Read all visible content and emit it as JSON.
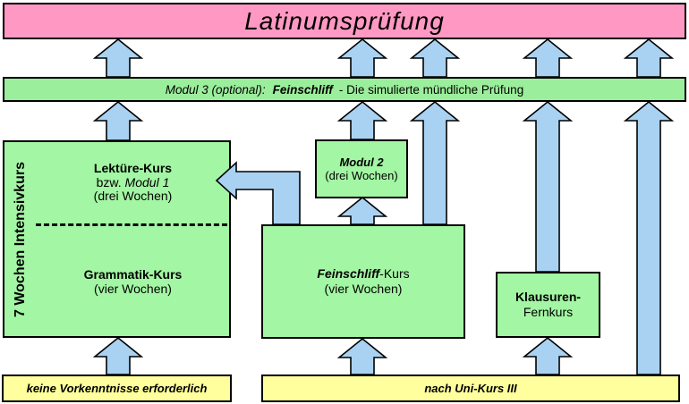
{
  "title": "Latinumsprüfung",
  "modul3_bar": {
    "part1_italic": "Modul 3 (optional):",
    "part2_bold_italic": "Feinschliff",
    "part3_regular": "- Die simulierte mündliche Prüfung"
  },
  "intensivkurs": {
    "side_label": "7 Wochen Intensivkurs",
    "lektuere": {
      "title": "Lektüre-Kurs",
      "alt_prefix": "bzw.",
      "alt_name": "Modul 1",
      "duration": "(drei Wochen)"
    },
    "grammatik": {
      "title": "Grammatik-Kurs",
      "duration": "(vier Wochen)"
    }
  },
  "modul2": {
    "title": "Modul 2",
    "duration": "(drei Wochen)"
  },
  "feinschliff": {
    "title_bold_italic": "Feinschliff",
    "title_rest": "-Kurs",
    "duration": "(vier Wochen)"
  },
  "klausuren": {
    "line1": "Klausuren-",
    "line2": "Fernkurs"
  },
  "entry_left": "keine Vorkenntnisse erforderlich",
  "entry_right": "nach Uni-Kurs III",
  "colors": {
    "pink": "#ff99c4",
    "box_green": "#a3f6a3",
    "bar_green": "#9bee9b",
    "yellow": "#ffff9d",
    "arrow_blue": "#a9d2f2"
  },
  "arrows": [
    {
      "id": "arrow-lektuere-to-modul3",
      "from": "Lektüre-Kurs",
      "to": "Modul 3"
    },
    {
      "id": "arrow-modul2-to-modul3",
      "from": "Modul 2",
      "to": "Modul 3"
    },
    {
      "id": "arrow-feinschliff-to-modul3",
      "from": "Feinschliff-Kurs",
      "to": "Modul 3"
    },
    {
      "id": "arrow-klausuren-to-modul3",
      "from": "Klausuren-Fernkurs",
      "to": "Modul 3"
    },
    {
      "id": "arrow-unikurs-to-modul3",
      "from": "nach Uni-Kurs III",
      "to": "Modul 3"
    },
    {
      "id": "arrow-modul3-to-pruefung-1",
      "from": "Modul 3",
      "to": "Latinumsprüfung"
    },
    {
      "id": "arrow-modul3-to-pruefung-2",
      "from": "Modul 3",
      "to": "Latinumsprüfung"
    },
    {
      "id": "arrow-modul3-to-pruefung-3",
      "from": "Modul 3",
      "to": "Latinumsprüfung"
    },
    {
      "id": "arrow-modul3-to-pruefung-4",
      "from": "Modul 3",
      "to": "Latinumsprüfung"
    },
    {
      "id": "arrow-modul3-to-pruefung-5",
      "from": "Modul 3",
      "to": "Latinumsprüfung"
    },
    {
      "id": "arrow-keinevorkenntnisse-to-grammatik",
      "from": "keine Vorkenntnisse erforderlich",
      "to": "Grammatik-Kurs"
    },
    {
      "id": "arrow-unikurs-to-feinschliff",
      "from": "nach Uni-Kurs III",
      "to": "Feinschliff-Kurs"
    },
    {
      "id": "arrow-feinschliff-to-modul2",
      "from": "Feinschliff-Kurs",
      "to": "Modul 2"
    },
    {
      "id": "arrow-unikurs-to-klausuren",
      "from": "nach Uni-Kurs III",
      "to": "Klausuren-Fernkurs"
    },
    {
      "id": "arrow-feinschliff-to-lektuere",
      "from": "Feinschliff-Kurs",
      "to": "Lektüre-Kurs"
    }
  ]
}
